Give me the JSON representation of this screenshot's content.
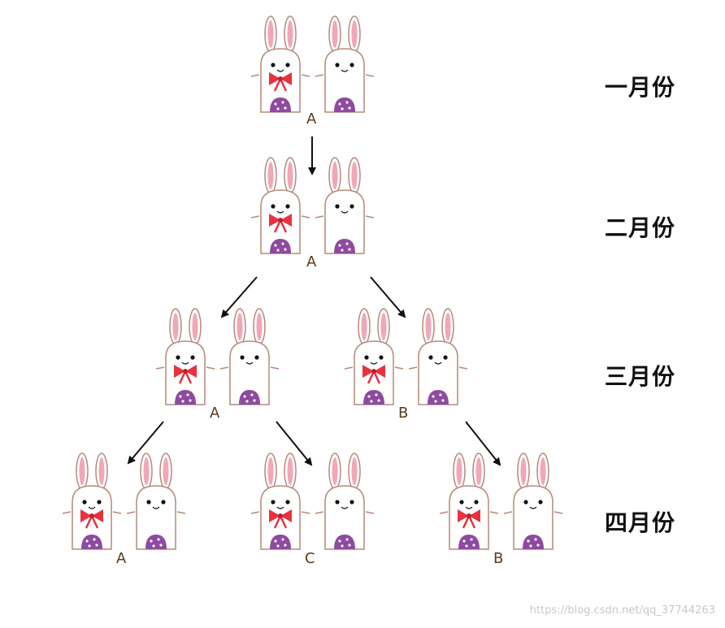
{
  "months": [
    "一月份",
    "二月份",
    "三月份",
    "四月份"
  ],
  "pairs": [
    {
      "label": "A"
    },
    {
      "label": "A"
    },
    {
      "label": "A"
    },
    {
      "label": "B"
    },
    {
      "label": "A"
    },
    {
      "label": "C"
    },
    {
      "label": "B"
    }
  ],
  "watermark": "https://blog.csdn.net/qq_37744263",
  "colors": {
    "ear_inner": "#f3a6b8",
    "body_outline": "#b58a7a",
    "bow": "#e8313f",
    "belly": "#8e4aa0",
    "arrow": "#111111"
  }
}
